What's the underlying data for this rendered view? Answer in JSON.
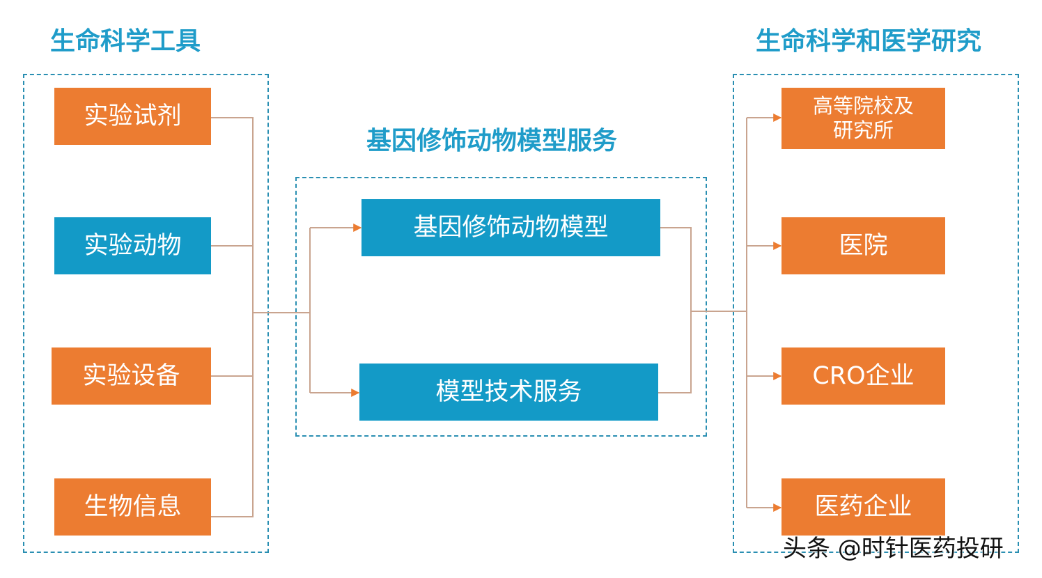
{
  "titles": {
    "left": "生命科学工具",
    "center": "基因修饰动物模型服务",
    "right": "生命科学和医学研究"
  },
  "left_items": [
    {
      "label": "实验试剂",
      "color": "orange"
    },
    {
      "label": "实验动物",
      "color": "blue"
    },
    {
      "label": "实验设备",
      "color": "orange"
    },
    {
      "label": "生物信息",
      "color": "orange"
    }
  ],
  "center_items": [
    {
      "label": "基因修饰动物模型",
      "color": "blue"
    },
    {
      "label": "模型技术服务",
      "color": "blue"
    }
  ],
  "right_items": [
    {
      "label": "高等院校及\n研究所",
      "color": "orange"
    },
    {
      "label": "医院",
      "color": "orange"
    },
    {
      "label": "CRO企业",
      "color": "orange"
    },
    {
      "label": "医药企业",
      "color": "orange"
    }
  ],
  "watermark": "头条 @时针医药投研",
  "colors": {
    "orange": "#ec7c31",
    "blue": "#139ac7",
    "title": "#1f9cc9",
    "dashed_border": "#2a8fb2",
    "connector": "#c9a48f",
    "arrow": "#ec7c31"
  }
}
